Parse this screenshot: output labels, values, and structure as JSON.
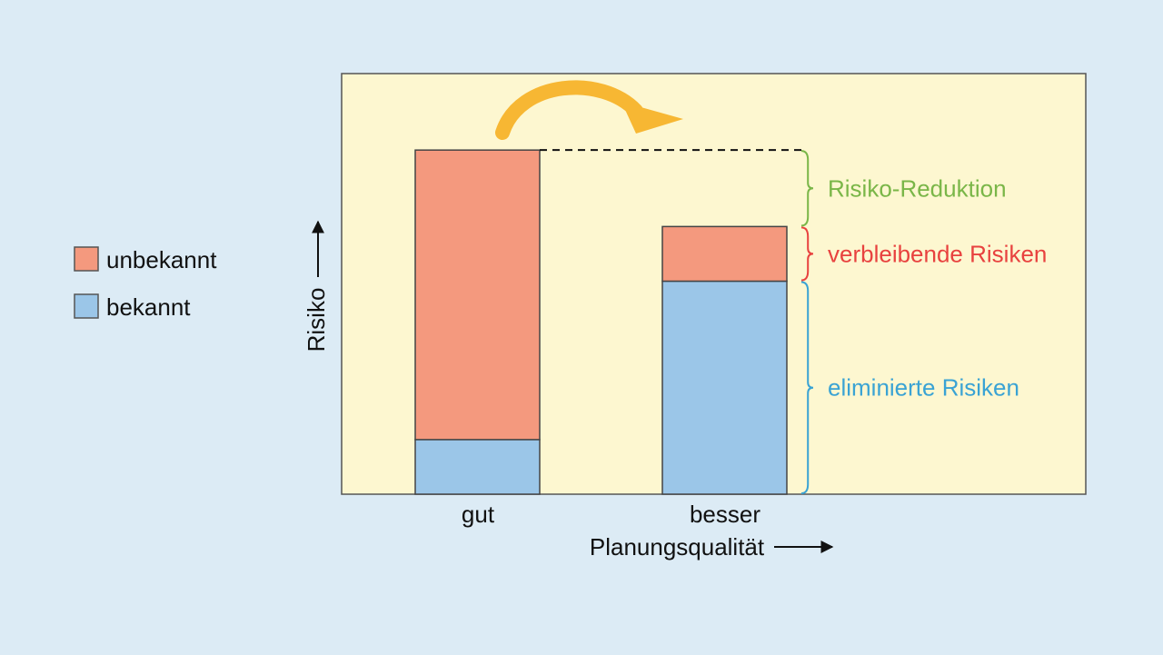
{
  "chart_data": {
    "type": "bar",
    "stacked": true,
    "categories": [
      "gut",
      "besser"
    ],
    "series": [
      {
        "name": "bekannt",
        "values": [
          1,
          3.9
        ]
      },
      {
        "name": "unbekannt",
        "values": [
          5.3,
          1
        ]
      }
    ],
    "xlabel": "Planungsqualität",
    "ylabel": "Risiko",
    "ylim": [
      0,
      7.7
    ],
    "grid": false,
    "legend": "left",
    "annotations": [
      {
        "text": "Risiko-Reduktion",
        "from": 4.9,
        "to": 6.3,
        "color": "#7ab648"
      },
      {
        "text": "verbleibende Risiken",
        "from": 3.9,
        "to": 4.9,
        "color": "#e8423f"
      },
      {
        "text": "eliminierte Risiken",
        "from": 0,
        "to": 3.9,
        "color": "#3aa3d4"
      }
    ],
    "colors": {
      "bekannt": "#9bc6e8",
      "unbekannt": "#f4997e",
      "plot_background": "#fdf7d0",
      "page_background": "#dcebf5",
      "arrow": "#f7b733"
    }
  }
}
